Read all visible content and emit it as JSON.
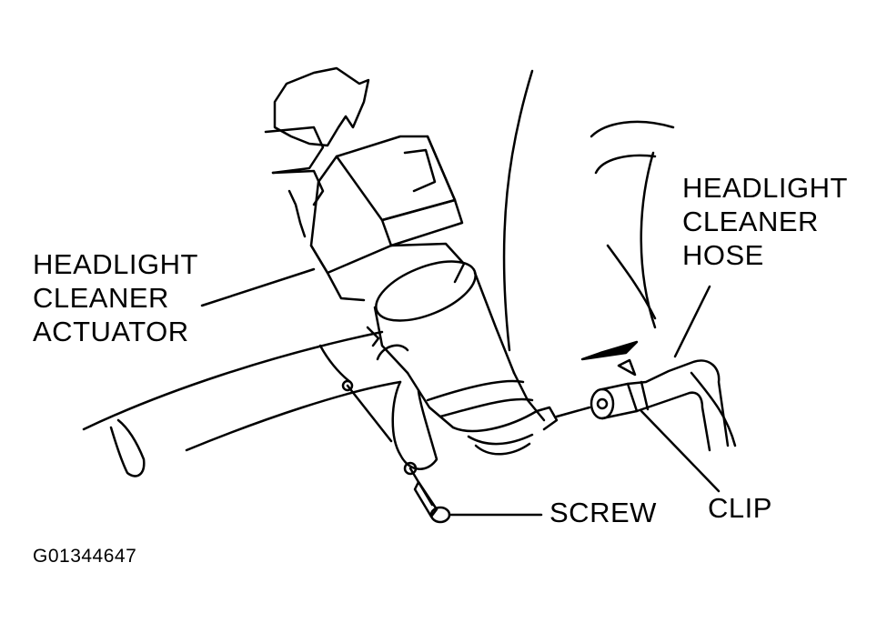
{
  "labels": {
    "actuator": [
      "HEADLIGHT",
      "CLEANER",
      "ACTUATOR"
    ],
    "hose": [
      "HEADLIGHT",
      "CLEANER",
      "HOSE"
    ],
    "screw": "SCREW",
    "clip": "CLIP"
  },
  "figure_code": "G01344647",
  "colors": {
    "ink": "#000000",
    "paper": "#ffffff"
  }
}
